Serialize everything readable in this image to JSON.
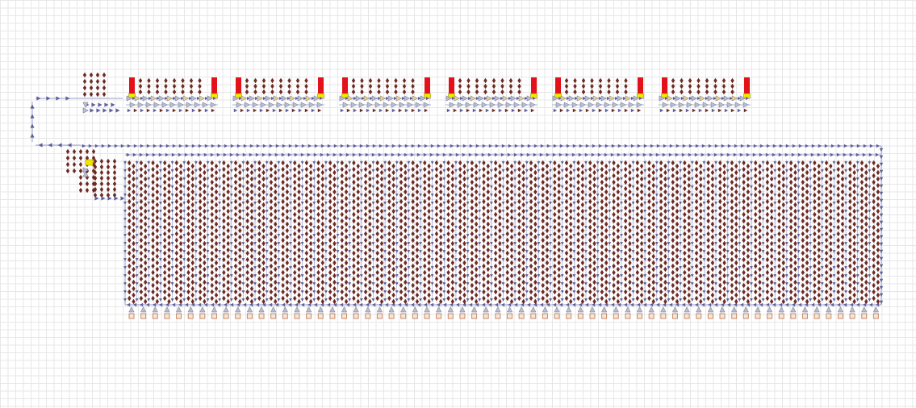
{
  "scene": {
    "kind": "tile-grid editor canvas",
    "colors": {
      "background": "#ffffff",
      "grid_line": "#e5e5e5",
      "arrow_belt": "#5c5f9c",
      "arrow_belt_light": "#9a9cc8",
      "arrow_wire": "#6e2a22",
      "red_block": "#e4101a",
      "yellow_block": "#f3e600",
      "gray_triangle": "#b9bdd0",
      "output_box": "#c88a66"
    },
    "icons": {
      "belt_arrow": "arrow-icon",
      "wire_arrow": "wire-arrow-icon",
      "red_block": "red-block-icon",
      "yellow_block": "yellow-block-icon",
      "triangle": "triangle-marker-icon",
      "output_box": "output-box-icon"
    },
    "top_section": {
      "module_count": 6,
      "red_blocks_per_module": 2
    },
    "main_section": {
      "column_count": 64,
      "output_row_items": 64
    }
  }
}
